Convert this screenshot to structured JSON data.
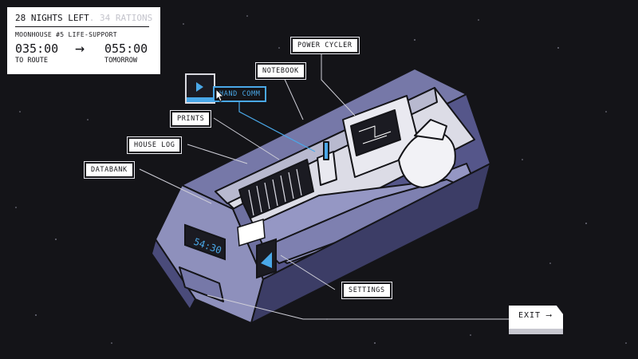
{
  "status": {
    "nights_left": "28 NIGHTS LEFT",
    "rations": ". 34 RATIONS",
    "location": "MOONHOUSE #5 LIFE-SUPPORT",
    "route_time": "035:00",
    "route_label": "TO ROUTE",
    "tomorrow_time": "055:00",
    "tomorrow_label": "TOMORROW",
    "arrow": "→",
    "plus": "+"
  },
  "labels": {
    "power_cycler": "POWER CYCLER",
    "notebook": "NOTEBOOK",
    "hand_comm": "HAND COMM",
    "prints": "PRINTS",
    "house_log": "HOUSE LOG",
    "databank": "DATABANK",
    "settings": "SETTINGS"
  },
  "pod": {
    "clock": "54:30"
  },
  "exit": {
    "label": "EXIT ⟶"
  },
  "colors": {
    "background": "#141418",
    "accent_blue": "#4aa8e8",
    "pod_face": "#8e90bc",
    "pod_dark": "#4a4b7a"
  }
}
